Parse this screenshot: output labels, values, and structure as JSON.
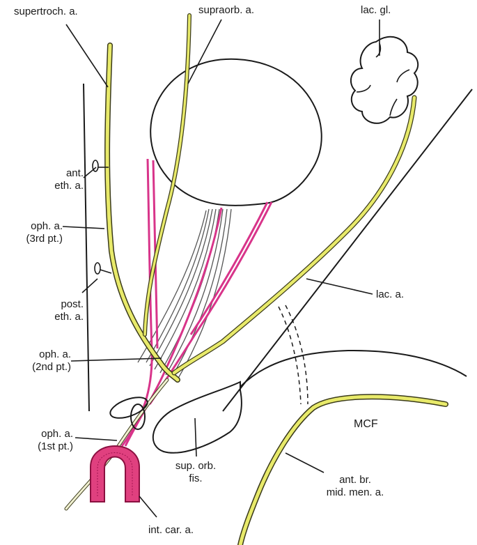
{
  "labels": {
    "supertroch_a": "supertroch. a.",
    "supraorb_a": "supraorb. a.",
    "lac_gl": "lac. gl.",
    "ant_eth_a_1": "ant.",
    "ant_eth_a_2": "eth. a.",
    "oph_a_3rd_1": "oph. a.",
    "oph_a_3rd_2": "(3rd pt.)",
    "post_eth_a_1": "post.",
    "post_eth_a_2": "eth. a.",
    "lac_a": "lac. a.",
    "oph_a_2nd_1": "oph. a.",
    "oph_a_2nd_2": "(2nd pt.)",
    "mcf": "MCF",
    "oph_a_1st_1": "oph. a.",
    "oph_a_1st_2": "(1st pt.)",
    "ant_br_1": "ant. br.",
    "ant_br_2": "mid. men. a.",
    "sup_orb_fis_1": "sup. orb.",
    "sup_orb_fis_2": "fis.",
    "int_car_a": "int. car. a."
  },
  "colors": {
    "artery_fill": "#e8ea6a",
    "artery_outline": "#3a3a1a",
    "nerve": "#d8348a",
    "carotid": "#e0407f",
    "line": "#1a1a1a",
    "muscle": "#555555"
  }
}
